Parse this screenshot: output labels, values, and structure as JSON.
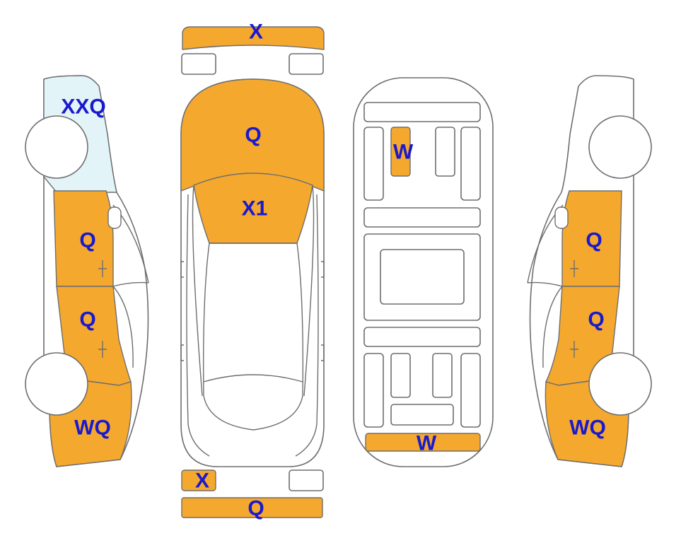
{
  "colors": {
    "damage": "#F5A82E",
    "glass_damage": "#E3F4F8",
    "label": "#1a1acc",
    "outline": "#6e6e6e",
    "background": "#ffffff"
  },
  "labels": {
    "front_bumper": "X",
    "bonnet": "Q",
    "windscreen": "X1",
    "rear_plate": "X",
    "rear_bumper": "Q",
    "roof_panel": "W",
    "underbody_rear": "W",
    "left_quarter_glass": "XXQ",
    "left_front_door": "Q",
    "left_rear_door": "Q",
    "left_quarter_panel": "WQ",
    "right_front_door": "Q",
    "right_rear_door": "Q",
    "right_quarter_panel": "WQ"
  }
}
